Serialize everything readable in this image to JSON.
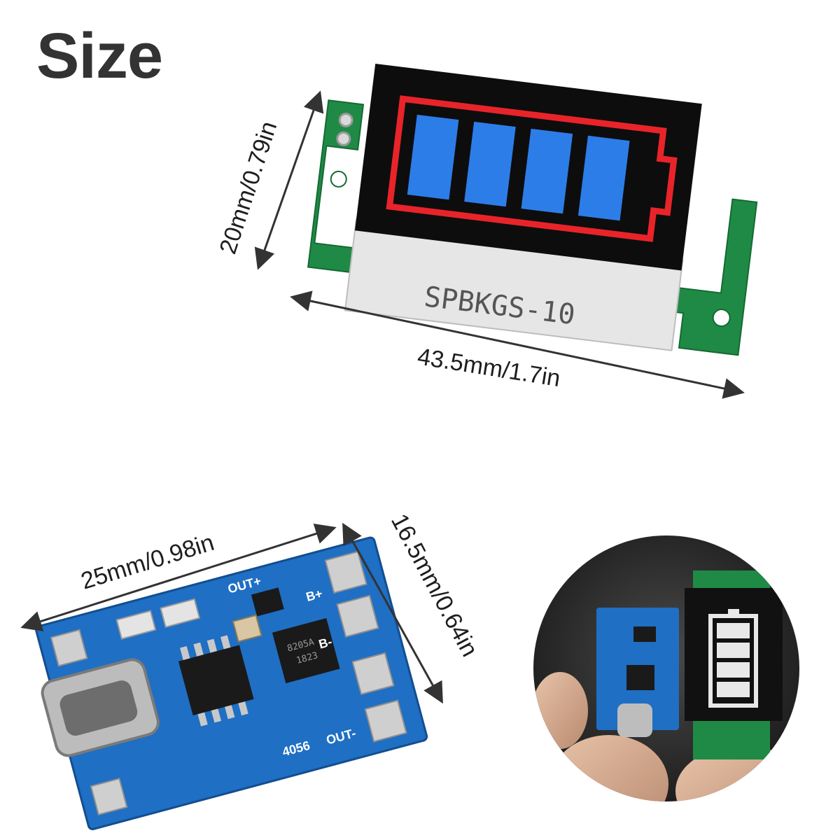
{
  "title": "Size",
  "battery_module": {
    "part_number": "SPBKGS-10",
    "height_label": "20mm/0.79in",
    "width_label": "43.5mm/1.7in",
    "bars": 4
  },
  "charger_module": {
    "width_label": "25mm/0.98in",
    "height_label": "16.5mm/0.64in",
    "silkscreen": {
      "out_plus": "OUT+",
      "out_minus": "OUT-",
      "b_plus": "B+",
      "b_minus": "B-",
      "chip_id": "4056",
      "mosfet_marking_1": "8205A",
      "mosfet_marking_2": "1823"
    }
  },
  "colors": {
    "pcb_green": "#1f8a45",
    "pcb_blue": "#1f6fc4",
    "display_black": "#0d0d0d",
    "battery_outline": "#e8242a",
    "bar_blue": "#2d7de8"
  }
}
